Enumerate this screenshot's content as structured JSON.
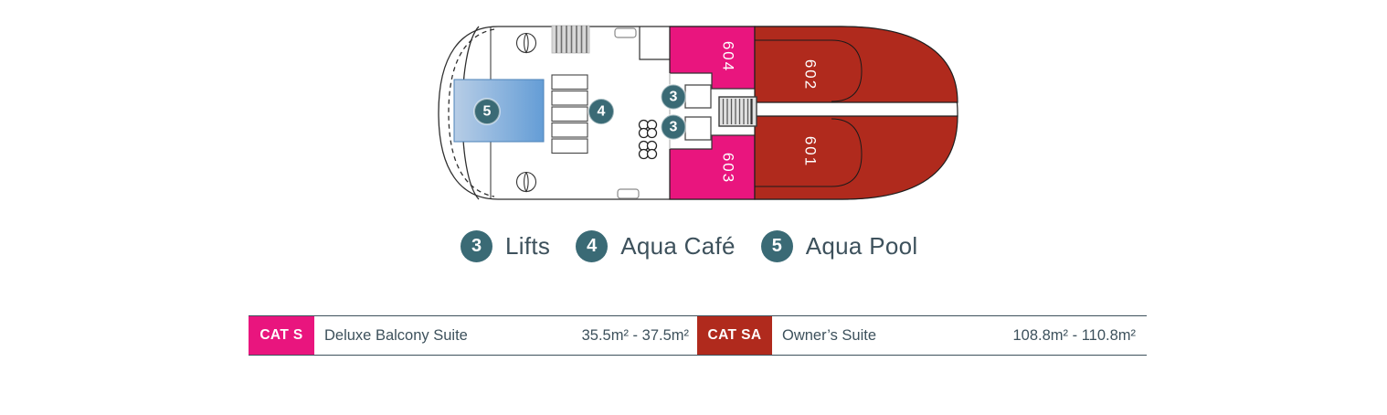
{
  "colors": {
    "pink": "#e9157e",
    "red": "#b02a1d",
    "teal": "#3a6a75",
    "text": "#3d515c",
    "pool_light": "#b7cde6",
    "pool_dark": "#649dd6"
  },
  "deck_plan": {
    "cabins": [
      {
        "number": "604",
        "category": "CAT S"
      },
      {
        "number": "603",
        "category": "CAT S"
      },
      {
        "number": "602",
        "category": "CAT SA"
      },
      {
        "number": "601",
        "category": "CAT SA"
      }
    ],
    "markers": [
      {
        "number": "3",
        "meaning": "Lifts"
      },
      {
        "number": "3",
        "meaning": "Lifts"
      },
      {
        "number": "4",
        "meaning": "Aqua Café"
      },
      {
        "number": "5",
        "meaning": "Aqua Pool"
      }
    ]
  },
  "legend": {
    "items": [
      {
        "number": "3",
        "label": "Lifts"
      },
      {
        "number": "4",
        "label": "Aqua Café"
      },
      {
        "number": "5",
        "label": "Aqua Pool"
      }
    ]
  },
  "categories": [
    {
      "code": "CAT S",
      "name": "Deluxe Balcony Suite",
      "size": "35.5m² - 37.5m²"
    },
    {
      "code": "CAT SA",
      "name": "Owner’s Suite",
      "size": "108.8m² - 110.8m²"
    }
  ]
}
